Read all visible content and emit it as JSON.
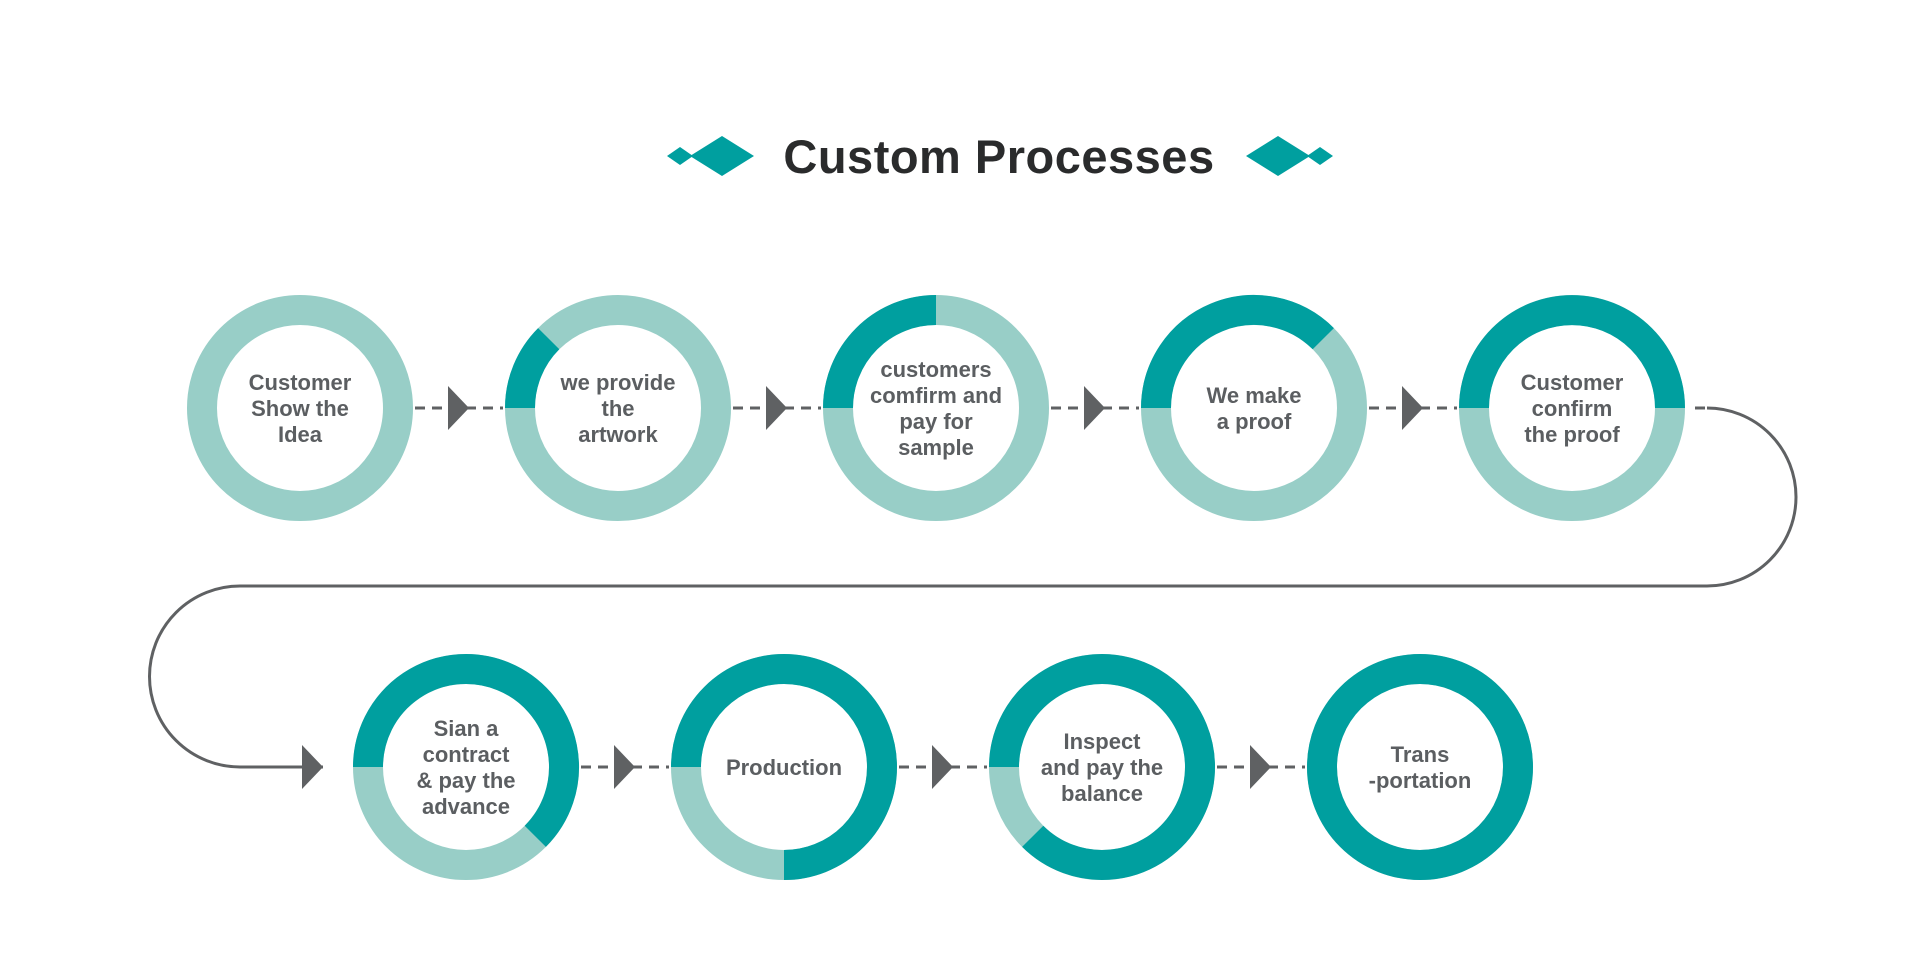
{
  "title": "Custom Processes",
  "colors": {
    "accent": "#009f9f",
    "light": "#98cec7",
    "connector": "#5f6163",
    "text": "#5b5e61",
    "title": "#2a2b2c"
  },
  "steps": [
    {
      "lines": [
        "Customer",
        "Show the",
        "Idea"
      ],
      "progress": 0
    },
    {
      "lines": [
        "we provide",
        "the",
        "artwork"
      ],
      "progress": 0.125
    },
    {
      "lines": [
        "customers",
        "comfirm and",
        "pay for",
        "sample"
      ],
      "progress": 0.25
    },
    {
      "lines": [
        "We make",
        "a proof"
      ],
      "progress": 0.375
    },
    {
      "lines": [
        "Customer",
        "confirm",
        "the proof"
      ],
      "progress": 0.5
    },
    {
      "lines": [
        "Sian a",
        "contract",
        "& pay the",
        "advance"
      ],
      "progress": 0.625
    },
    {
      "lines": [
        "Production"
      ],
      "progress": 0.75
    },
    {
      "lines": [
        "Inspect",
        "and pay the",
        "balance"
      ],
      "progress": 0.875
    },
    {
      "lines": [
        "Trans",
        "-portation"
      ],
      "progress": 1.0
    }
  ]
}
